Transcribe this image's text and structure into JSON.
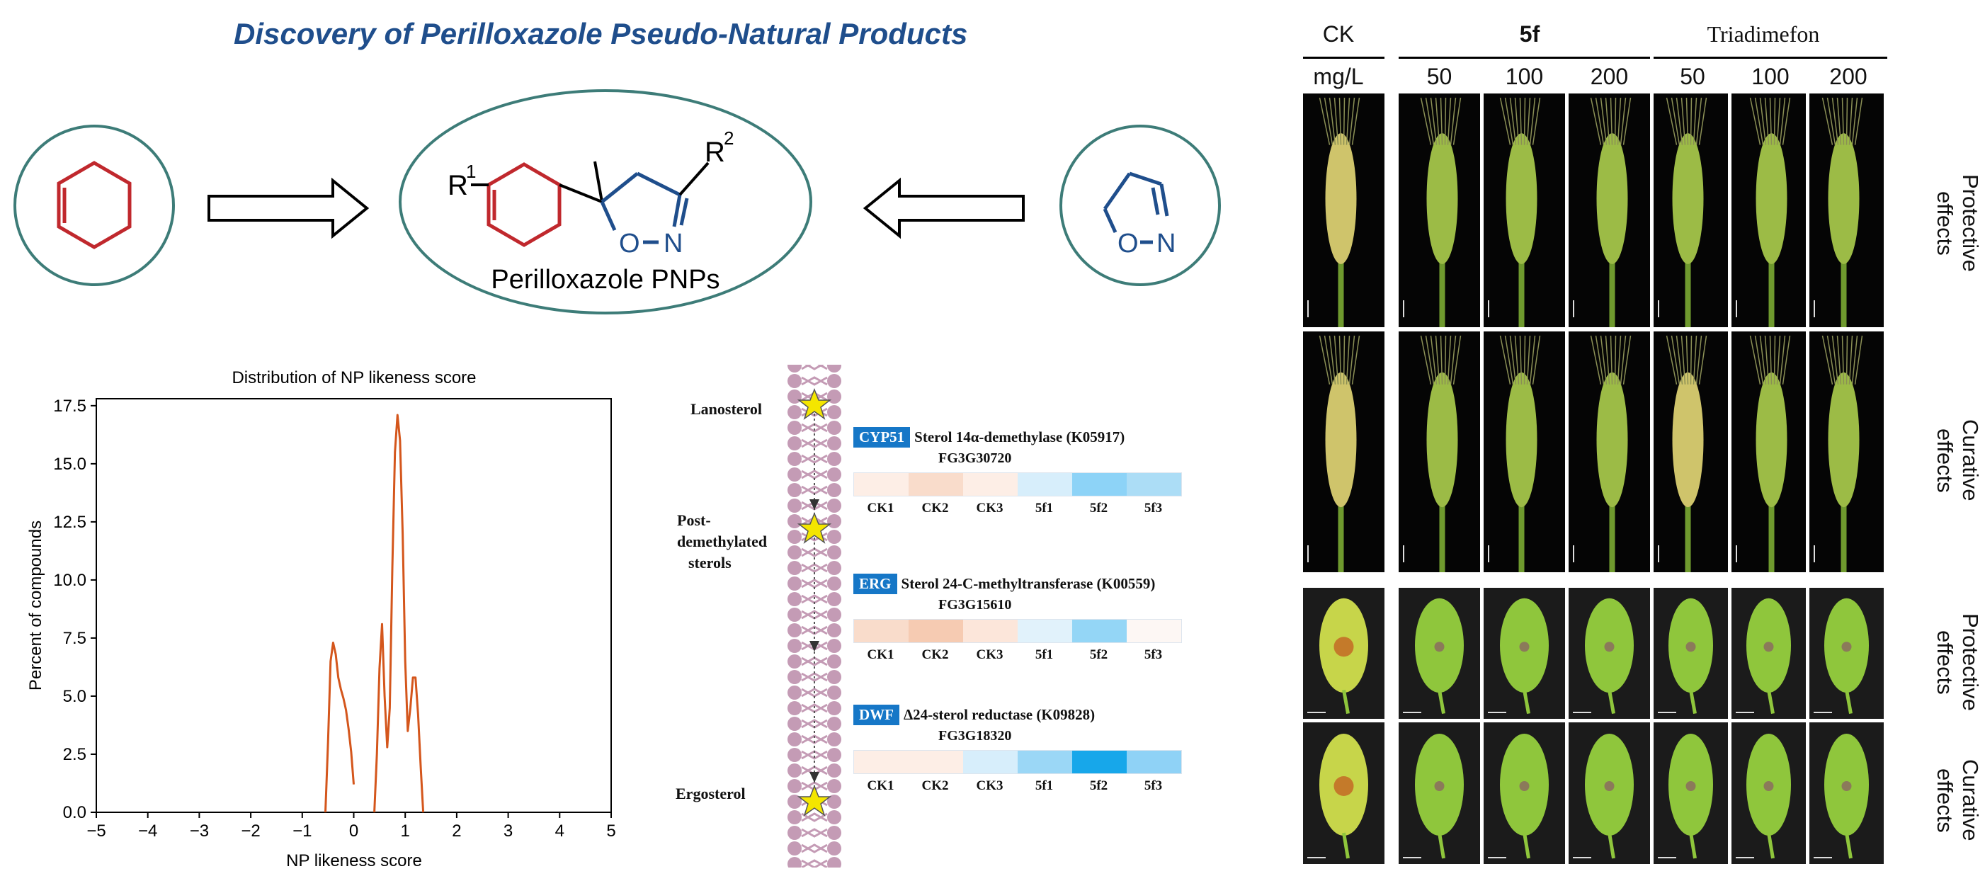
{
  "title": "Discovery of Perilloxazole Pseudo-Natural Products",
  "scheme": {
    "product_label": "Perilloxazole PNPs",
    "substituent_r1": "R",
    "substituent_r1_sup": "1",
    "substituent_r2": "R",
    "substituent_r2_sup": "2",
    "atom_o": "O",
    "atom_n": "N",
    "bond_dash": "–",
    "colors": {
      "cyclohexene": "#c0282d",
      "isoxazoline": "#1f4e8c",
      "ring_border": "#3d7c78"
    }
  },
  "chart_data": {
    "type": "line",
    "title": "Distribution of NP likeness score",
    "xlabel": "NP likeness score",
    "ylabel": "Percent of compounds",
    "xlim": [
      -5,
      5
    ],
    "ylim": [
      0,
      17.8
    ],
    "xticks": [
      "−5",
      "−4",
      "−3",
      "−2",
      "−1",
      "0",
      "1",
      "2",
      "3",
      "4",
      "5"
    ],
    "yticks": [
      "0.0",
      "2.5",
      "5.0",
      "7.5",
      "10.0",
      "12.5",
      "15.0",
      "17.5"
    ],
    "grid": false,
    "series": [
      {
        "color": "#d4561c",
        "x": [
          -0.55,
          -0.5,
          -0.45,
          -0.4,
          -0.35,
          -0.3,
          -0.25,
          -0.2,
          -0.15,
          -0.1,
          -0.05,
          0.0,
          0.05,
          0.1,
          0.15,
          0.2,
          0.25,
          0.3,
          0.35,
          0.4,
          0.45,
          0.5,
          0.55,
          0.6,
          0.65,
          0.7,
          0.75,
          0.8,
          0.85,
          0.9,
          0.95,
          1.0,
          1.05,
          1.1,
          1.15,
          1.2,
          1.25,
          1.3,
          1.35,
          1.4,
          1.45,
          1.5,
          1.55
        ],
        "y": [
          0.0,
          3.0,
          6.5,
          7.3,
          6.8,
          5.8,
          5.3,
          4.9,
          4.4,
          3.6,
          2.6,
          1.2,
          null,
          null,
          null,
          null,
          null,
          null,
          null,
          0.0,
          2.5,
          6.2,
          8.1,
          5.0,
          2.8,
          4.5,
          10.5,
          15.5,
          17.1,
          16.0,
          12.0,
          6.5,
          3.5,
          4.5,
          5.8,
          5.8,
          4.2,
          2.0,
          0.0,
          null,
          null,
          null,
          null
        ]
      }
    ]
  },
  "pathway": {
    "metabolites": [
      "Lanosterol",
      "Post-",
      "demethylated",
      "sterols",
      "Ergosterol"
    ],
    "heatmap_labels": [
      "CK1",
      "CK2",
      "CK3",
      "5f1",
      "5f2",
      "5f3"
    ],
    "enzymes": [
      {
        "tag": "CYP51",
        "desc": "Sterol 14α-demethylase (K05917)",
        "gene": "FG3G30720",
        "colors": [
          "#fdeee6",
          "#f9dccb",
          "#fdeee6",
          "#d7eefb",
          "#8dd3f7",
          "#acddf6"
        ]
      },
      {
        "tag": "ERG",
        "desc": "Sterol 24-C-methyltransferase (K00559)",
        "gene": "FG3G15610",
        "colors": [
          "#f9dccb",
          "#f6cbb2",
          "#fce6da",
          "#e1f2fb",
          "#94d6f6",
          "#fdf7f4"
        ]
      },
      {
        "tag": "DWF",
        "desc": "Δ24-sterol reductase (K09828)",
        "gene": "FG3G18320",
        "colors": [
          "#fdeee6",
          "#fdeee6",
          "#d7eefb",
          "#9bd7f6",
          "#17a7ea",
          "#8fd2f6"
        ]
      }
    ]
  },
  "photos": {
    "group_ck": "CK",
    "group_5f": "5f",
    "group_triadimefon": "Triadimefon",
    "unit": "mg/L",
    "doses": [
      "50",
      "100",
      "200",
      "50",
      "100",
      "200"
    ],
    "row_labels": [
      "Protective\neffects",
      "Curative\neffects",
      "Protective\neffects",
      "Curative\neffects"
    ]
  }
}
